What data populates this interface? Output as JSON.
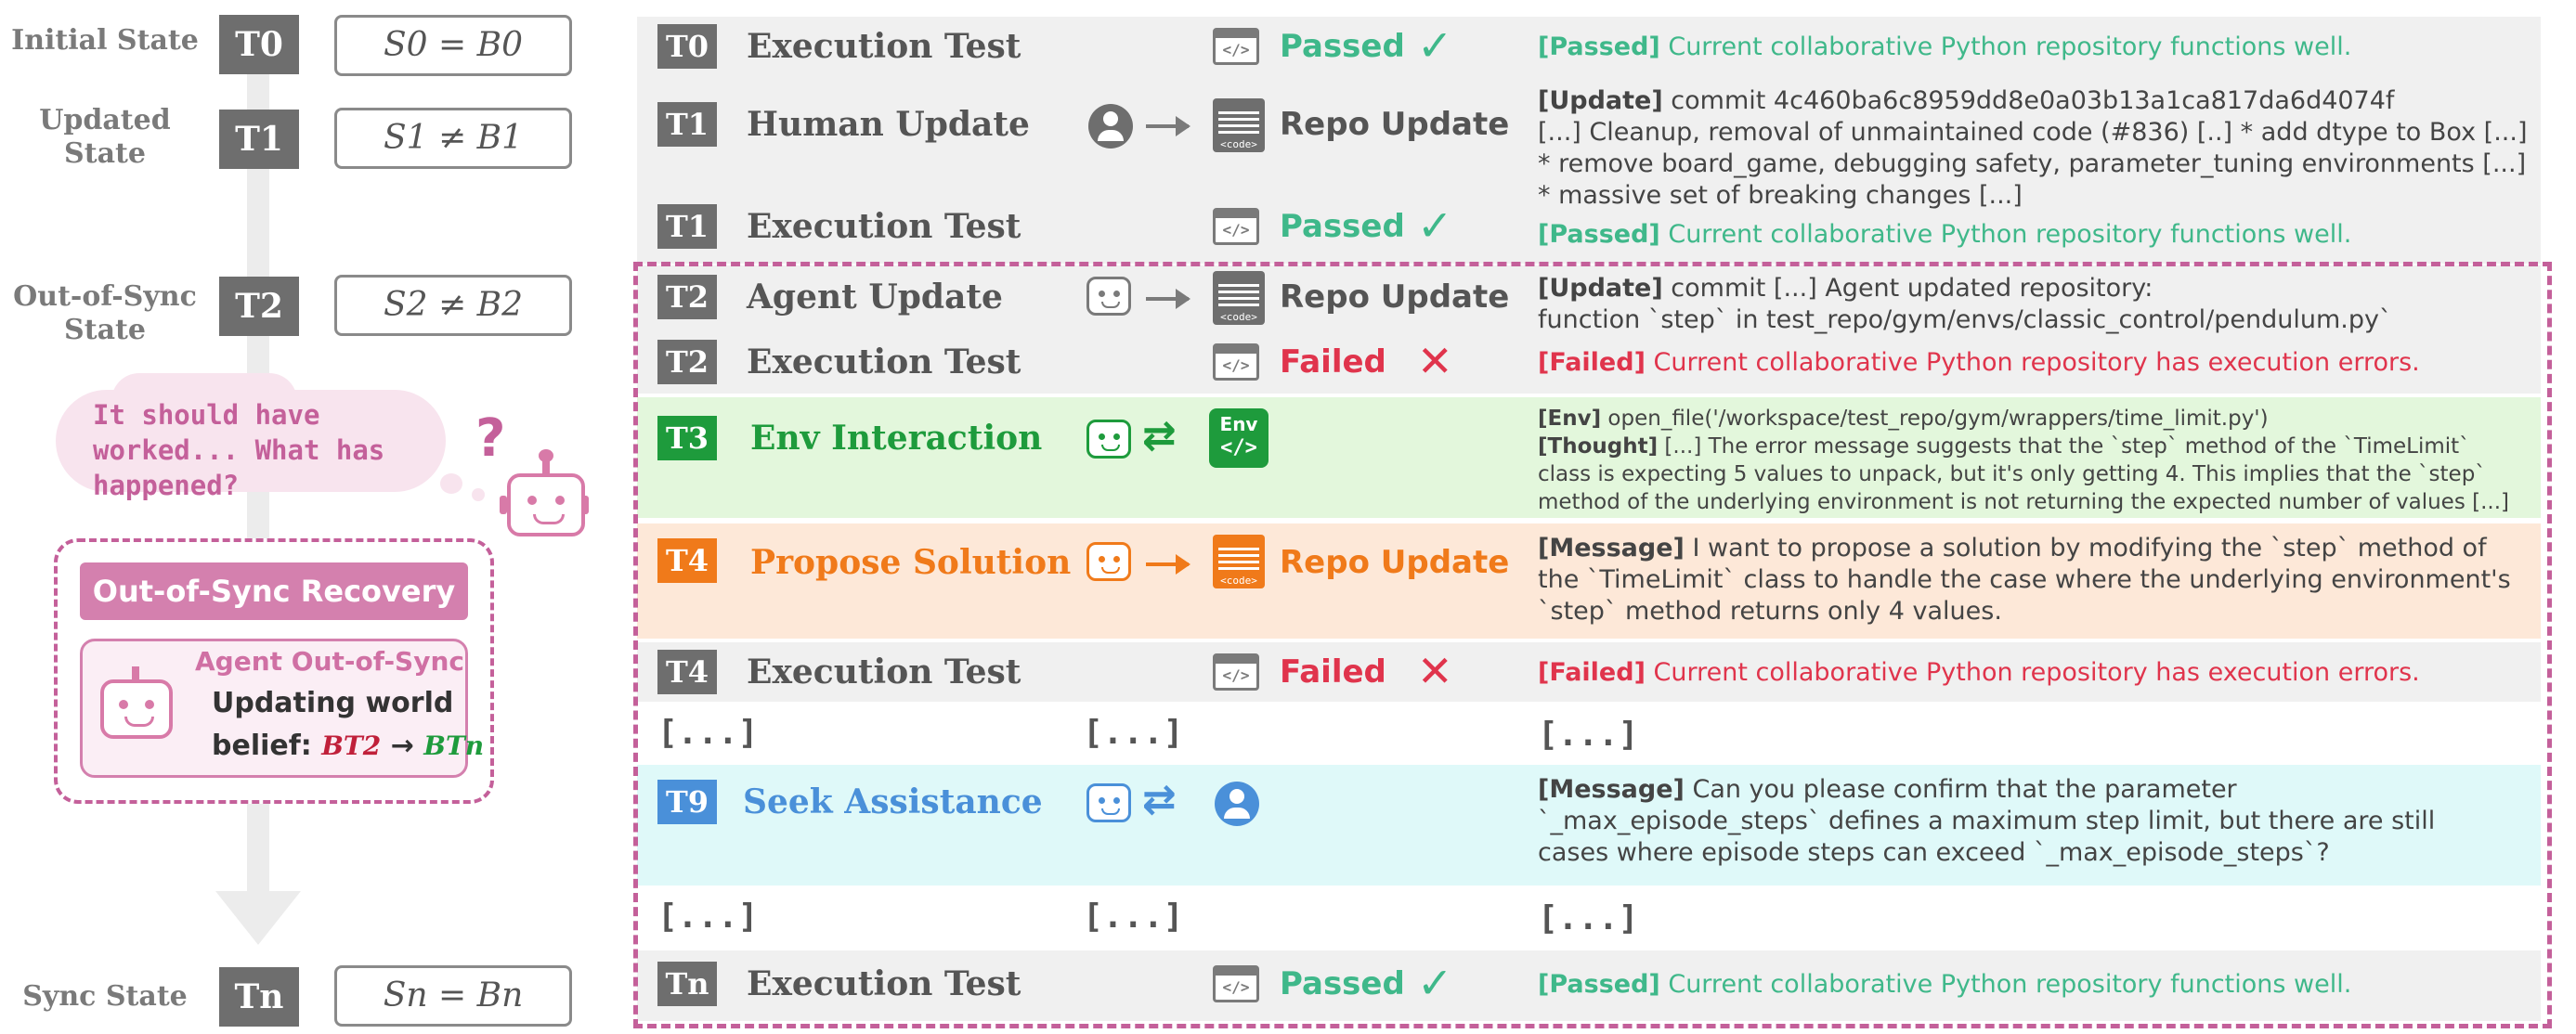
{
  "left": {
    "labels": [
      {
        "text": "Initial State"
      },
      {
        "text": "Updated State"
      },
      {
        "text": "Out-of-Sync State"
      },
      {
        "text": "Sync State"
      }
    ],
    "states": [
      {
        "t": "T0",
        "eq": "S0 = B0"
      },
      {
        "t": "T1",
        "eq": "S1 ≠ B1"
      },
      {
        "t": "T2",
        "eq": "S2 ≠ B2"
      },
      {
        "t": "Tn",
        "eq": "Sn = Bn"
      }
    ],
    "thought": "It should have worked... What has happened?",
    "recovery": {
      "header": "Out-of-Sync Recovery",
      "title": "Agent Out-of-Sync",
      "line1": "Updating world",
      "line2": "belief:",
      "from": "BT2",
      "arrow": "→",
      "to": "BTn"
    }
  },
  "rows": {
    "r0": {
      "badge": "T0",
      "title": "Execution Test",
      "status": "Passed",
      "tag": "[Passed]",
      "text": "Current collaborative Python repository functions well."
    },
    "r1": {
      "badge": "T1",
      "title": "Human Update",
      "status": "Repo Update",
      "tag": "[Update]",
      "lines": [
        "commit 4c460ba6c8959dd8e0a03b13a1ca817da6d4074f",
        "[...] Cleanup, removal of unmaintained code (#836) [..] * add dtype to Box [...]",
        "* remove board_game, debugging safety, parameter_tuning environments [...]",
        "* massive set of breaking changes [...]"
      ]
    },
    "r2": {
      "badge": "T1",
      "title": "Execution Test",
      "status": "Passed",
      "tag": "[Passed]",
      "text": "Current collaborative Python repository functions well."
    },
    "r3": {
      "badge": "T2",
      "title": "Agent Update",
      "status": "Repo Update",
      "tag": "[Update]",
      "line1": "commit [...] Agent updated repository:",
      "line2": "function `step` in test_repo/gym/envs/classic_control/pendulum.py`"
    },
    "r4": {
      "badge": "T2",
      "title": "Execution Test",
      "status": "Failed",
      "tag": "[Failed]",
      "text": "Current collaborative Python repository has execution errors."
    },
    "r5": {
      "badge": "T3",
      "title": "Env Interaction",
      "env_label": "Env",
      "tag1": "[Env]",
      "line1": "open_file('/workspace/test_repo/gym/wrappers/time_limit.py')",
      "tag2": "[Thought]",
      "line2": "[...] The error message suggests that the `step` method of the `TimeLimit`",
      "line3": "class is expecting 5 values to unpack, but it's only getting 4. This implies that the `step`",
      "line4": "method of the underlying environment is not returning the expected number of values [...]"
    },
    "r6": {
      "badge": "T4",
      "title": "Propose Solution",
      "status": "Repo Update",
      "tag": "[Message]",
      "line1": "I want to propose a solution by modifying the `step` method of",
      "line2": "the `TimeLimit` class to handle the case where the underlying environment's",
      "line3": "`step` method returns only 4 values."
    },
    "r7": {
      "badge": "T4",
      "title": "Execution Test",
      "status": "Failed",
      "tag": "[Failed]",
      "text": "Current collaborative Python repository has execution errors."
    },
    "r8": {
      "ellipsis": "[...]"
    },
    "r9": {
      "badge": "T9",
      "title": "Seek Assistance",
      "tag": "[Message]",
      "line1": "Can you please confirm that the parameter",
      "line2": "`_max_episode_steps` defines a maximum step limit, but there are still",
      "line3": "cases where episode steps can exceed `_max_episode_steps`?"
    },
    "r10": {
      "ellipsis": "[...]"
    },
    "r11": {
      "badge": "Tn",
      "title": "Execution Test",
      "status": "Passed",
      "tag": "[Passed]",
      "text": "Current collaborative Python repository functions well."
    }
  },
  "icons": {
    "code": "</>",
    "code_small": "<code>"
  },
  "colors": {
    "gray_row": "#f0f0f0",
    "green_row": "#e3f7dc",
    "orange_row": "#fde8d8",
    "cyan_row": "#dff9f9",
    "passed": "#3fb88a",
    "failed": "#e0344c",
    "green": "#1e9b3c",
    "orange": "#f07a1a",
    "blue": "#4a90d9",
    "pink": "#c4609a",
    "gray_badge": "#6e6e6e"
  }
}
